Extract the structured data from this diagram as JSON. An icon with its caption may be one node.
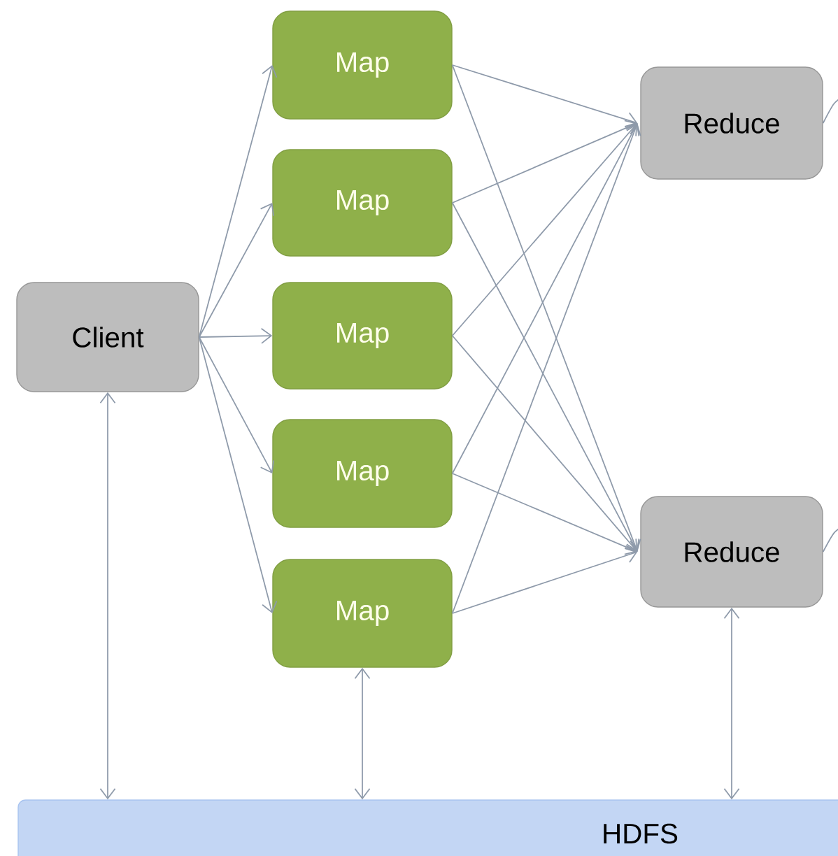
{
  "diagram": {
    "nodes": [
      {
        "text": [
          "Client"
        ]
      },
      {
        "text": [
          "Map"
        ]
      },
      {
        "text": [
          "Map"
        ]
      },
      {
        "text": [
          "Map"
        ]
      },
      {
        "text": [
          "Map"
        ]
      },
      {
        "text": [
          "Map"
        ]
      },
      {
        "text": [
          "Reduce"
        ]
      },
      {
        "text": [
          "Reduce"
        ]
      },
      {
        "text": [
          "HDFS"
        ]
      }
    ],
    "edges": [
      {
        "from": 0,
        "to": 1,
        "arrow": "to"
      },
      {
        "from": 0,
        "to": 2,
        "arrow": "to"
      },
      {
        "from": 0,
        "to": 3,
        "arrow": "to"
      },
      {
        "from": 0,
        "to": 4,
        "arrow": "to"
      },
      {
        "from": 0,
        "to": 5,
        "arrow": "to"
      },
      {
        "from": 1,
        "to": 6,
        "arrow": "to"
      },
      {
        "from": 1,
        "to": 7,
        "arrow": "to"
      },
      {
        "from": 2,
        "to": 6,
        "arrow": "to"
      },
      {
        "from": 2,
        "to": 7,
        "arrow": "to"
      },
      {
        "from": 3,
        "to": 6,
        "arrow": "to"
      },
      {
        "from": 3,
        "to": 7,
        "arrow": "to"
      },
      {
        "from": 4,
        "to": 6,
        "arrow": "to"
      },
      {
        "from": 4,
        "to": 7,
        "arrow": "to"
      },
      {
        "from": 5,
        "to": 6,
        "arrow": "to"
      },
      {
        "from": 5,
        "to": 7,
        "arrow": "to"
      },
      {
        "from": 0,
        "to": 8,
        "arrow": "both"
      },
      {
        "from": 5,
        "to": 8,
        "arrow": "both"
      },
      {
        "from": 7,
        "to": 8,
        "arrow": "both"
      },
      {
        "from": 6,
        "to": null,
        "arrow": "none"
      },
      {
        "from": 7,
        "to": null,
        "arrow": "none"
      }
    ]
  }
}
